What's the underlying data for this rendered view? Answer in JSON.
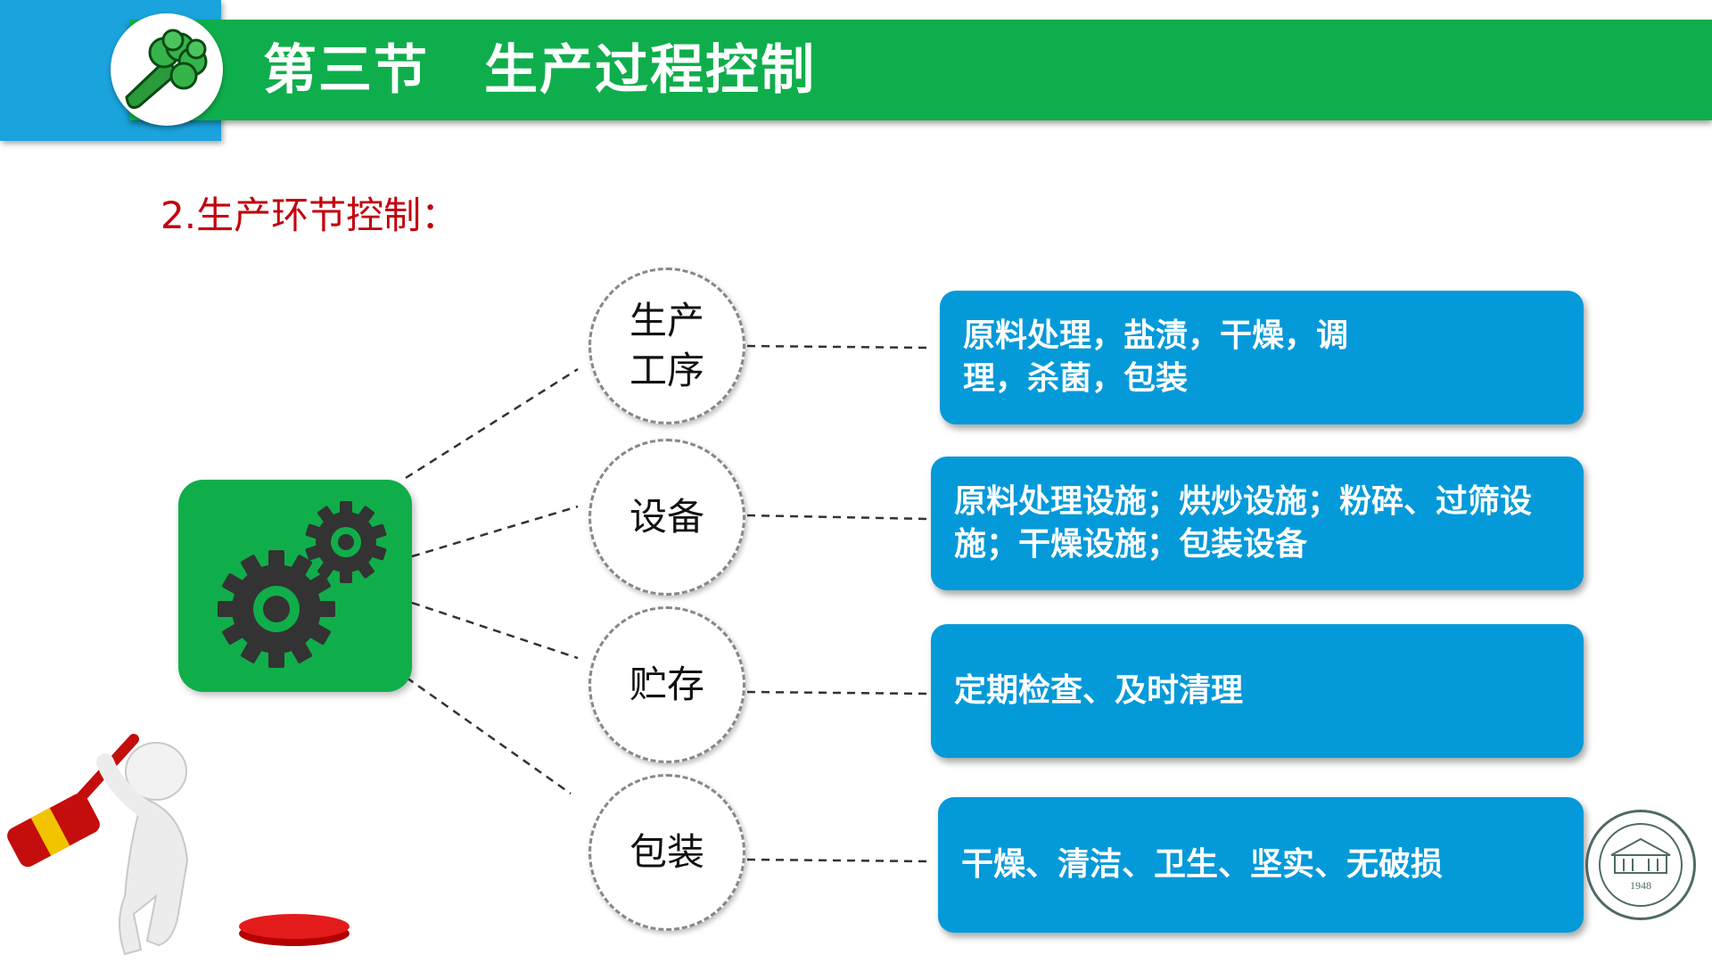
{
  "header": {
    "title": "第三节　生产过程控制"
  },
  "subtitle": "2.生产环节控制：",
  "nodes": [
    {
      "label": "生产工序",
      "detail": "原料处理，盐渍，干燥，调理，杀菌，包装"
    },
    {
      "label": "设备",
      "detail": "原料处理设施；烘炒设施；粉碎、过筛设施；干燥设施；包装设备"
    },
    {
      "label": "贮存",
      "detail": "定期检查、及时清理"
    },
    {
      "label": "包装",
      "detail": "干燥、清洁、卫生、坚实、无破损"
    }
  ],
  "seal": {
    "year": "1948"
  },
  "colors": {
    "header_green": "#0fae4c",
    "header_blue": "#1aa3dd",
    "subtitle_red": "#c3000d",
    "box_blue": "#049ad9",
    "gear_tile": "#10ae4a",
    "gear": "#333333"
  },
  "icons": {
    "logo": "broccoli-icon",
    "center": "gears-icon",
    "decor": "figure-hammer-icon"
  }
}
